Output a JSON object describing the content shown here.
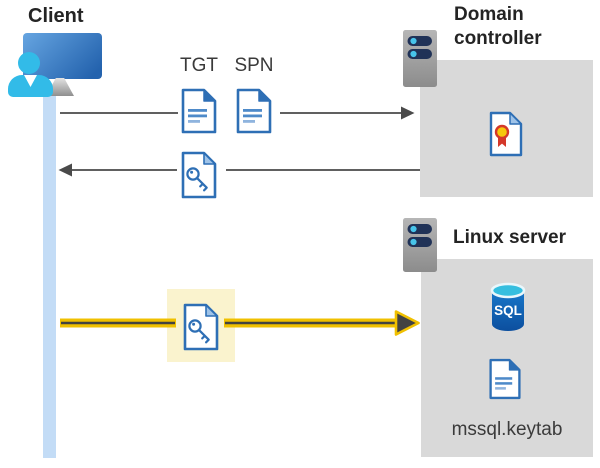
{
  "client": {
    "label": "Client",
    "icon": "person-at-computer-icon"
  },
  "domain_controller": {
    "label": "Domain controller",
    "icon": "server-icon",
    "contains": "certificate-document-icon"
  },
  "linux_server": {
    "label": "Linux server",
    "icon": "server-icon",
    "sql_label": "SQL",
    "keytab_label": "mssql.keytab"
  },
  "request_tickets": {
    "tgt_label": "TGT",
    "spn_label": "SPN",
    "icon": "document-icon"
  },
  "response_ticket": {
    "icon": "key-document-icon"
  },
  "kerberos_auth": {
    "icon": "key-document-icon",
    "highlighted": true
  },
  "colors": {
    "doc_blue": "#2E6FB5",
    "doc_line_blue": "#4E8AC9",
    "doc_fold_light": "#9FC3E8",
    "client_cyan": "#32BBE8",
    "monitor_blue": "#2463AE",
    "box_gray": "#D9D9D9",
    "arrow_gray": "#4A4A4A",
    "accent_yellow": "#F0C000",
    "highlight_yellow": "#FAF3CE",
    "sql_body_blue": "#0C4F9E",
    "sql_top_cyan": "#35BEDF",
    "cert_red": "#D4382A",
    "cert_gold": "#F6C80C",
    "server_bar_navy": "#203257",
    "server_dot_cyan": "#47C4EA",
    "client_bar_blue": "#C3DCF6"
  }
}
